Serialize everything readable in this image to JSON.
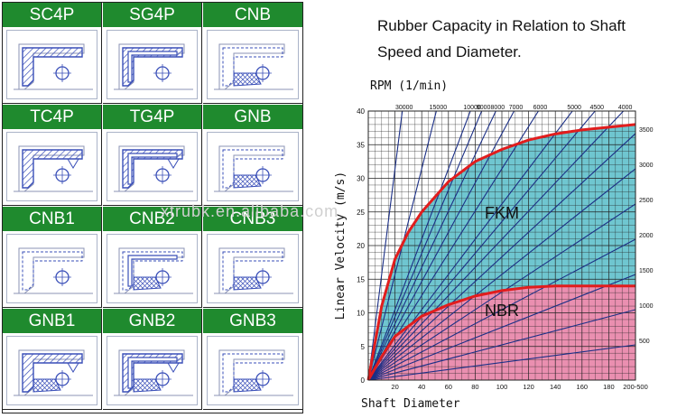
{
  "seal_types": [
    {
      "code": "SC4P",
      "shape": "sc"
    },
    {
      "code": "SG4P",
      "shape": "sg"
    },
    {
      "code": "CNB",
      "shape": "cnb"
    },
    {
      "code": "TC4P",
      "shape": "tc"
    },
    {
      "code": "TG4P",
      "shape": "tg"
    },
    {
      "code": "GNB",
      "shape": "gnb"
    },
    {
      "code": "CNB1",
      "shape": "cnb1"
    },
    {
      "code": "CNB2",
      "shape": "cnb2"
    },
    {
      "code": "CNB3",
      "shape": "cnb3"
    },
    {
      "code": "GNB1",
      "shape": "gnb1"
    },
    {
      "code": "GNB2",
      "shape": "gnb2"
    },
    {
      "code": "GNB3",
      "shape": "gnb3"
    }
  ],
  "watermark": "xtrubk.en.alibaba.com",
  "title_line1": "Rubber Capacity in Relation to Shaft",
  "title_line2": "Speed and Diameter.",
  "colors": {
    "header_green": "#1f8a2e",
    "fkm_fill": "#6fc6d0",
    "nbr_fill": "#ea8fb0",
    "curve_red": "#e11d1d",
    "rpm_line": "#1b2f86"
  },
  "chart_data": {
    "type": "line",
    "title": "Rubber Capacity in Relation to Shaft Speed and Diameter.",
    "xlabel": "Shaft Diameter",
    "ylabel": "Linear Velocity (m/s)",
    "top_axis_label": "RPM (1/min)",
    "xlim": [
      0,
      200
    ],
    "ylim": [
      0,
      40
    ],
    "x_ticks": [
      "20",
      "40",
      "60",
      "80",
      "100",
      "120",
      "140",
      "160",
      "180",
      "200-500"
    ],
    "y_ticks": [
      0,
      5,
      10,
      15,
      20,
      25,
      30,
      35,
      40
    ],
    "grid": true,
    "regions": [
      {
        "name": "FKM",
        "upper_curve": [
          [
            0,
            0
          ],
          [
            10,
            11
          ],
          [
            20,
            18
          ],
          [
            30,
            22
          ],
          [
            40,
            25
          ],
          [
            60,
            29.5
          ],
          [
            80,
            32.5
          ],
          [
            100,
            34.3
          ],
          [
            120,
            35.7
          ],
          [
            140,
            36.6
          ],
          [
            160,
            37.2
          ],
          [
            180,
            37.6
          ],
          [
            200,
            38
          ]
        ]
      },
      {
        "name": "NBR",
        "upper_curve": [
          [
            0,
            0
          ],
          [
            10,
            3.5
          ],
          [
            20,
            6.5
          ],
          [
            40,
            9.5
          ],
          [
            60,
            11.2
          ],
          [
            80,
            12.5
          ],
          [
            100,
            13.3
          ],
          [
            120,
            13.8
          ],
          [
            140,
            14
          ],
          [
            160,
            14
          ],
          [
            180,
            14
          ],
          [
            200,
            14
          ]
        ]
      }
    ],
    "rpm_lines_top": [
      30000,
      15000,
      10000,
      9000,
      8000,
      7000,
      6000,
      5000,
      4500,
      4000
    ],
    "rpm_lines_right": [
      3500,
      3000,
      2500,
      2000,
      1500,
      1000,
      500
    ],
    "rpm_top_labels": [
      "30000",
      "15000",
      "10000",
      "9000",
      "8000",
      "7000",
      "6000",
      "5000",
      "4500",
      "4000"
    ],
    "rpm_right_labels": [
      "3500",
      "3000",
      "2500",
      "2000",
      "1500",
      "1000",
      "500"
    ]
  }
}
